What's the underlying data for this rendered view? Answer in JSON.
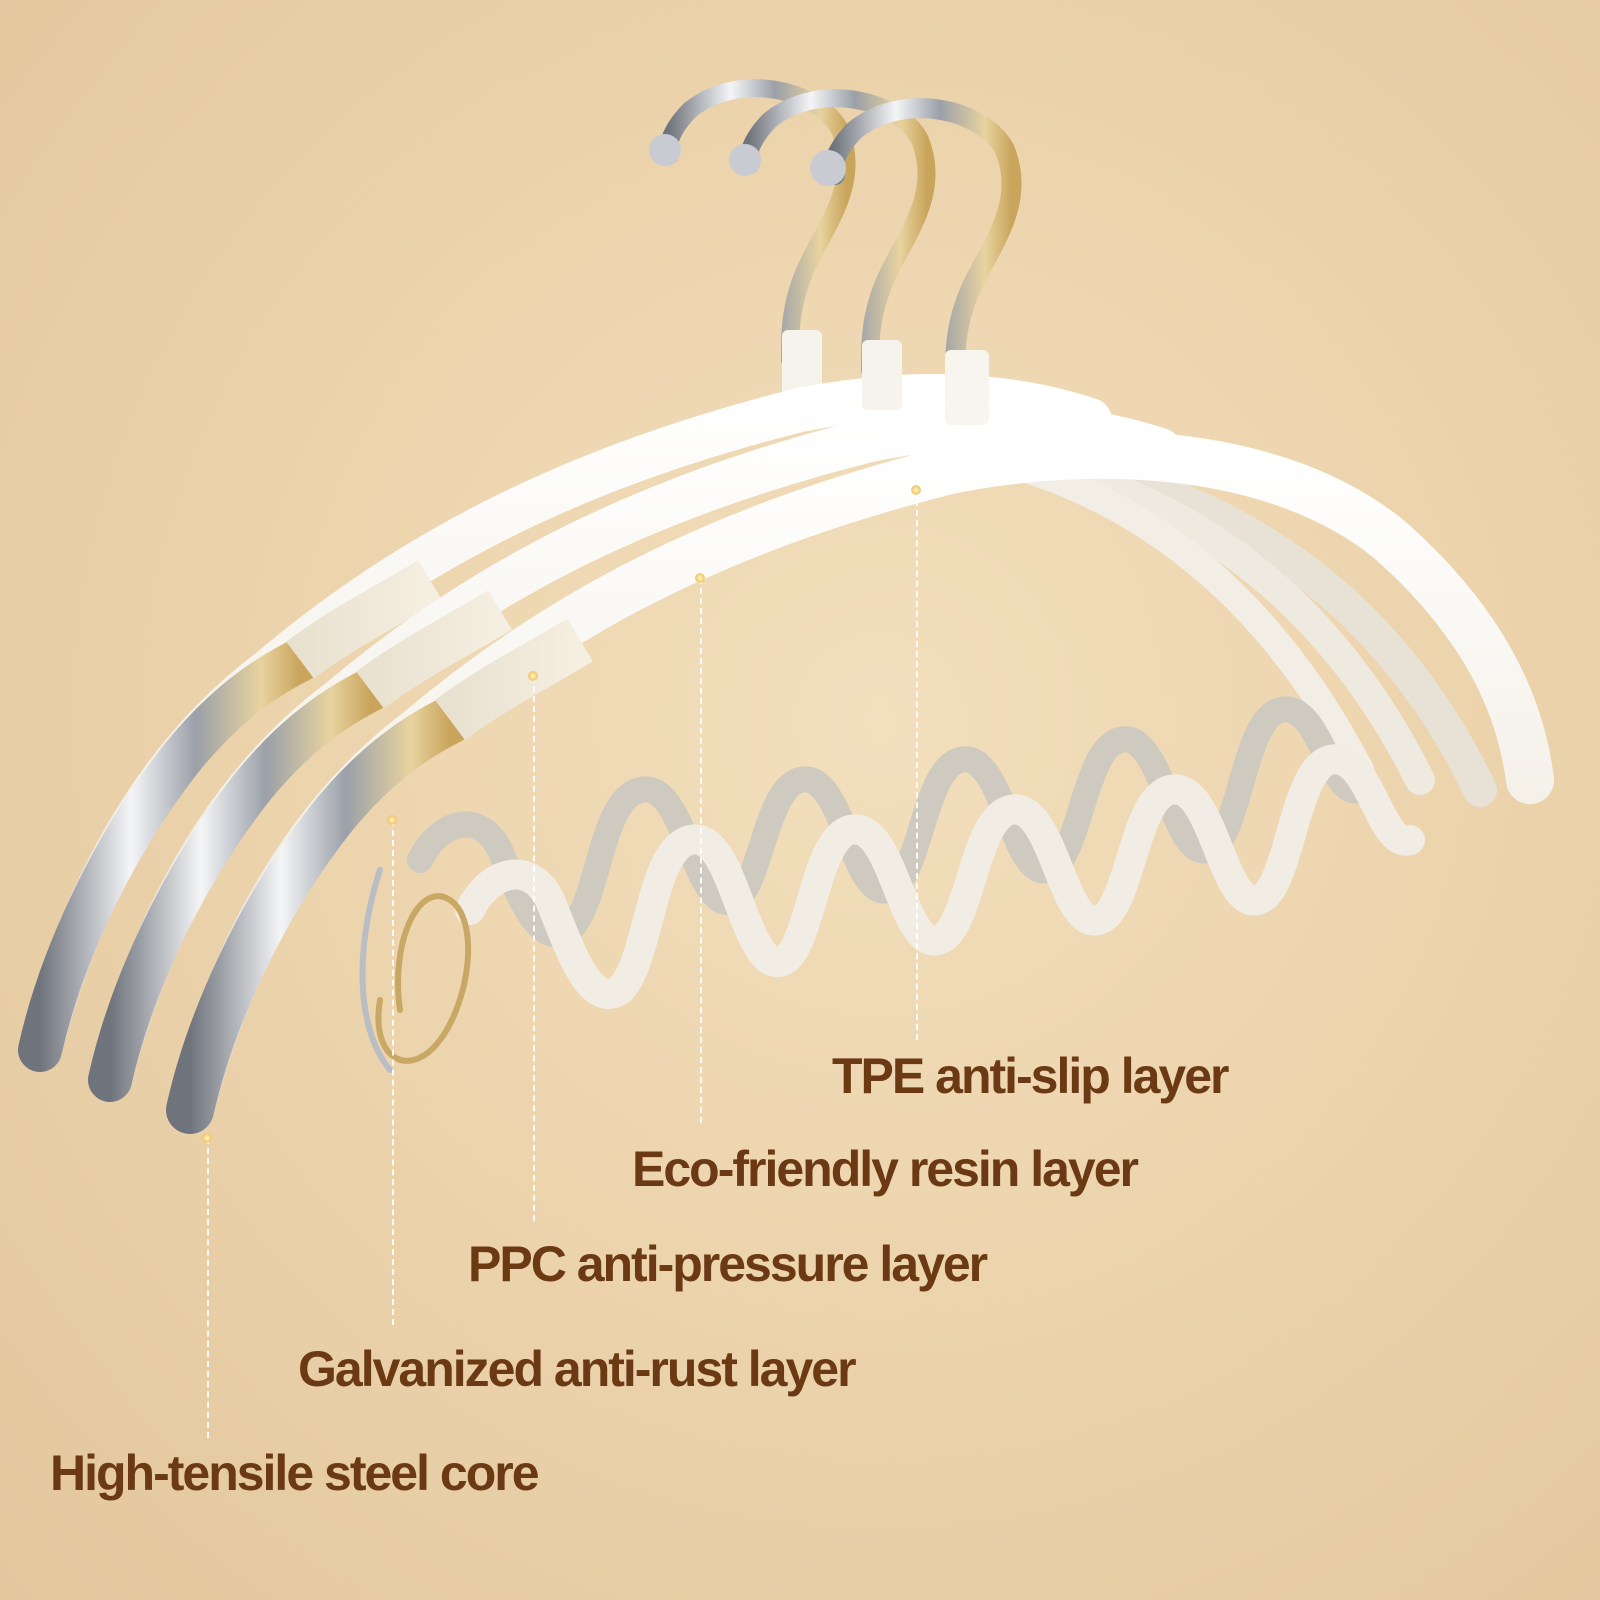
{
  "colors": {
    "background": "#ecd4ad",
    "label_text": "#6b3a14",
    "hanger_white": "#f5f1e8",
    "chrome": "#b9bdc4",
    "gold_accent": "#d9b46a"
  },
  "labels": {
    "tpe": "TPE anti-slip layer",
    "resin": "Eco-friendly resin layer",
    "ppc": "PPC anti-pressure layer",
    "galvanized": "Galvanized anti-rust layer",
    "steel": "High-tensile steel core"
  }
}
